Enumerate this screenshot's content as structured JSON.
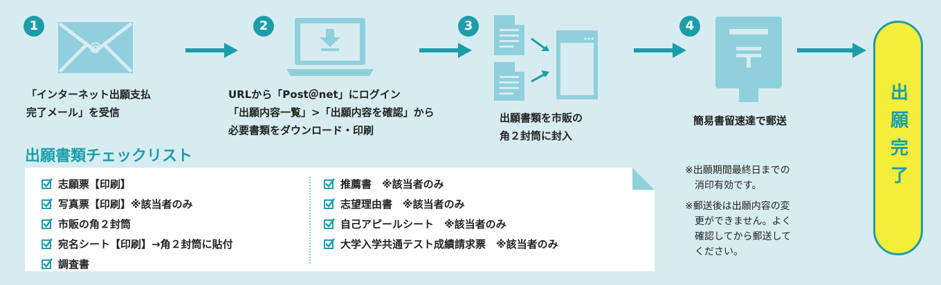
{
  "colors": {
    "accent": "#1c9ea9",
    "icon": "#8fd0dc",
    "background": "#d7ecf1",
    "highlight": "#f4ed3a"
  },
  "steps": [
    {
      "number": "1",
      "icon": "email-icon",
      "lines": [
        "「インターネット出願支払",
        "完了メール」を受信"
      ]
    },
    {
      "number": "2",
      "icon": "laptop-download-icon",
      "lines": [
        "URLから「Post＠net」にログイン",
        "「出願内容一覧」>「出願内容を確認」から",
        "必要書類をダウンロード・印刷"
      ]
    },
    {
      "number": "3",
      "icon": "documents-envelope-icon",
      "lines": [
        "出願書類を市販の",
        "角２封筒に封入"
      ]
    },
    {
      "number": "4",
      "icon": "postbox-icon",
      "lines": [
        "簡易書留速達で郵送"
      ]
    }
  ],
  "final": {
    "label": "出願完了"
  },
  "checklist": {
    "title": "出願書類チェックリスト",
    "left": [
      "志願票【印刷】",
      "写真票【印刷】※該当者のみ",
      "市販の角２封筒",
      "宛名シート【印刷】→角２封筒に貼付",
      "調査書"
    ],
    "right": [
      "推薦書　※該当者のみ",
      "志望理由書　※該当者のみ",
      "自己アピールシート　※該当者のみ",
      "大学入学共通テスト成績請求票　※該当者のみ"
    ]
  },
  "notes": [
    [
      "※出願期間最終日までの",
      "　消印有効です。"
    ],
    [
      "※郵送後は出願内容の変",
      "　更ができません。よく",
      "　確認してから郵送して",
      "　ください。"
    ]
  ]
}
